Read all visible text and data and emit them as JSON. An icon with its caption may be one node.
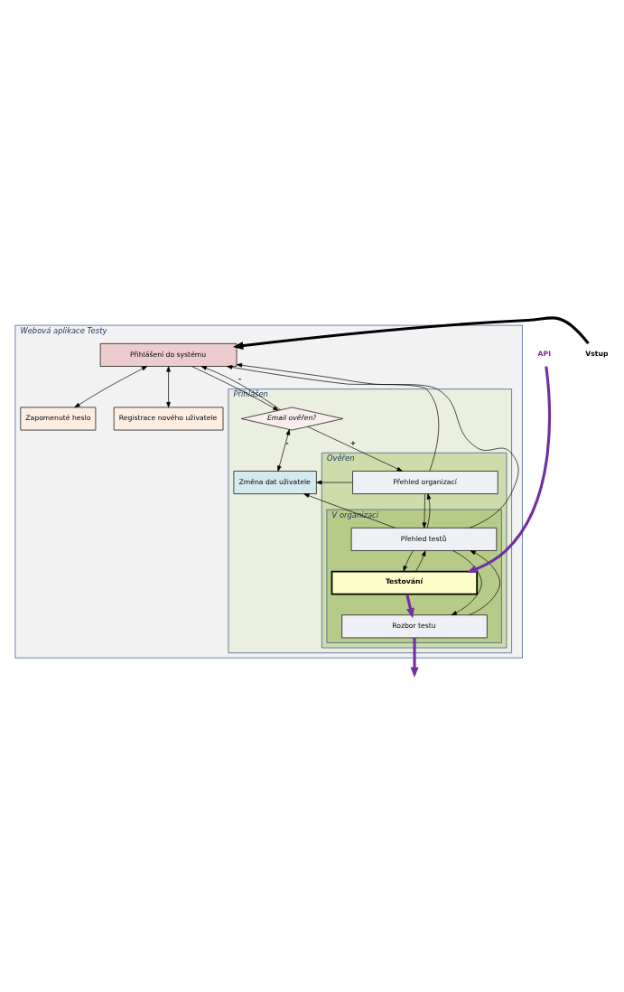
{
  "diagram": {
    "nodes": [
      {
        "text": [
          "Webová aplikace Testy"
        ]
      },
      {
        "text": [
          "Přihlášení do systému"
        ],
        "in": 0
      },
      {
        "text": [
          "Zapomenuté heslo"
        ],
        "in": 0
      },
      {
        "text": [
          "Registrace nového uživatele"
        ],
        "in": 0
      },
      {
        "text": [
          "Přihlášen"
        ],
        "in": 0
      },
      {
        "text": [
          "Email ověřen?"
        ],
        "in": 4
      },
      {
        "text": [
          "Změna dat uživatele"
        ],
        "in": 4
      },
      {
        "text": [
          "Ověřen"
        ],
        "in": 4
      },
      {
        "text": [
          "Přehled organizací"
        ],
        "in": 7
      },
      {
        "text": [
          "V organizaci"
        ],
        "in": 7
      },
      {
        "text": [
          "Přehled testů"
        ],
        "in": 9
      },
      {
        "text": [
          "Testování"
        ],
        "in": 9
      },
      {
        "text": [
          "Rozbor testu"
        ],
        "in": 9
      },
      {
        "text": [
          "Vstup"
        ]
      },
      {
        "text": [
          "API"
        ]
      }
    ],
    "edges": [
      {
        "from": 13,
        "to": 1,
        "arrow": "to",
        "style": "thick"
      },
      {
        "from": 1,
        "to": 2,
        "arrow": "both"
      },
      {
        "from": 1,
        "to": 3,
        "arrow": "both"
      },
      {
        "from": 1,
        "to": 5,
        "arrow": "to"
      },
      {
        "from": 5,
        "to": 1,
        "arrow": "to",
        "label": "-"
      },
      {
        "from": 5,
        "to": 6,
        "arrow": "both",
        "label": "-"
      },
      {
        "from": 5,
        "to": 8,
        "arrow": "to",
        "label": "+"
      },
      {
        "from": 8,
        "to": 1,
        "arrow": "to"
      },
      {
        "from": 10,
        "to": 1,
        "arrow": "to"
      },
      {
        "from": 10,
        "to": 6,
        "arrow": "to"
      },
      {
        "from": 8,
        "to": 6,
        "arrow": "to"
      },
      {
        "from": 8,
        "to": 10,
        "arrow": "to"
      },
      {
        "from": 10,
        "to": 8,
        "arrow": "to"
      },
      {
        "from": 10,
        "to": 11,
        "arrow": "to"
      },
      {
        "from": 11,
        "to": 10,
        "arrow": "to"
      },
      {
        "from": 11,
        "to": 12,
        "arrow": "to",
        "style": "thick",
        "color": "#7030a0"
      },
      {
        "from": 10,
        "to": 12,
        "arrow": "to"
      },
      {
        "from": 12,
        "to": 10,
        "arrow": "to"
      },
      {
        "from": 14,
        "to": 11,
        "arrow": "to",
        "style": "thick",
        "color": "#7030a0"
      },
      {
        "from": 12,
        "to": null,
        "arrow": "to",
        "style": "thick",
        "color": "#7030a0"
      }
    ]
  }
}
